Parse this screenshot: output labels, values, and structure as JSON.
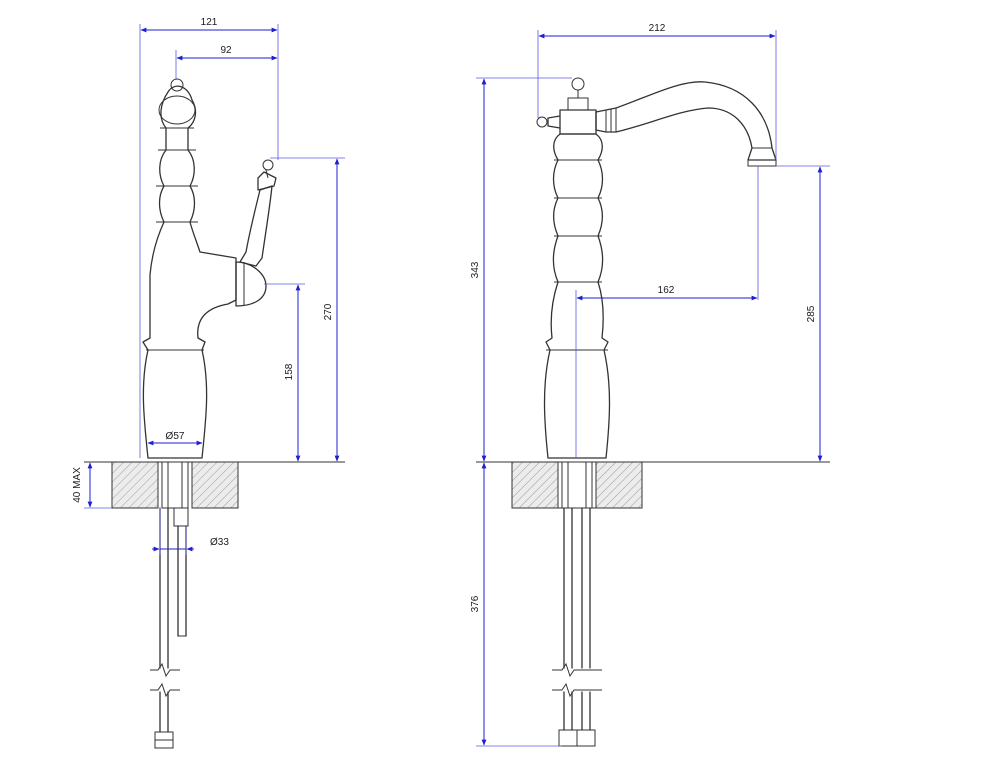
{
  "dimensions": {
    "left": {
      "width_overall": "121",
      "width_handle": "92",
      "height_handle": "270",
      "height_lever": "158",
      "dia_base": "Ø57",
      "dia_shank": "Ø33",
      "deck_thickness": "40 MAX"
    },
    "right": {
      "reach_overall": "212",
      "height_overall": "343",
      "spout_reach": "162",
      "spout_height": "285",
      "below_deck": "376"
    }
  },
  "colors": {
    "dimension_line": "#1f1fd0",
    "outline": "#333333"
  }
}
